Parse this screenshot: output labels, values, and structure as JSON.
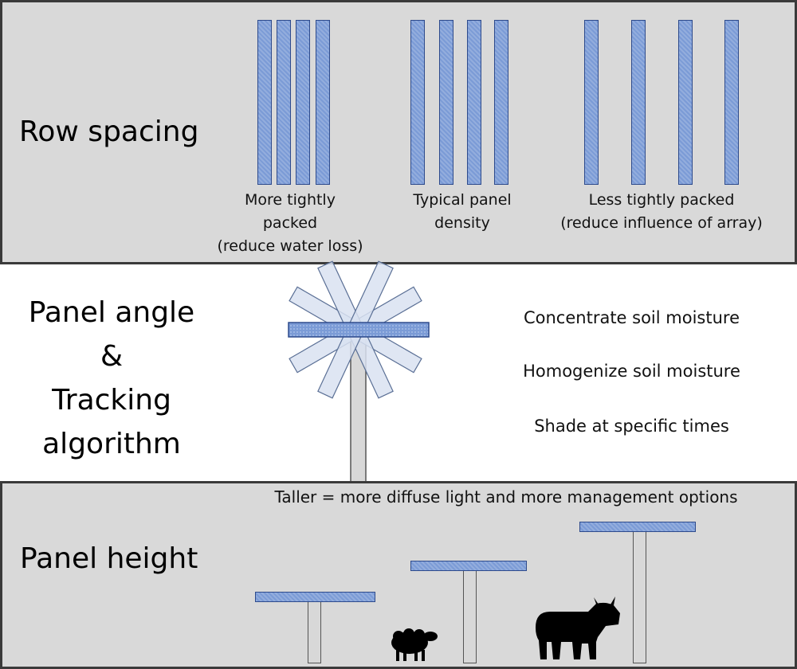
{
  "row_spacing": {
    "title": "Row spacing",
    "groups": [
      {
        "label_lines": [
          "More tightly",
          "packed",
          "(reduce water loss)"
        ]
      },
      {
        "label_lines": [
          "Typical panel",
          "density"
        ]
      },
      {
        "label_lines": [
          "Less tightly packed",
          "(reduce influence of array)"
        ]
      }
    ]
  },
  "panel_angle": {
    "title_lines": [
      "Panel angle",
      "&",
      "Tracking",
      "algorithm"
    ],
    "options": [
      "Concentrate soil moisture",
      "Homogenize soil moisture",
      "Shade at specific times"
    ]
  },
  "panel_height": {
    "title": "Panel height",
    "caption": "Taller = more diffuse light and more management options"
  },
  "colors": {
    "band_gray": "#d9d9d9",
    "panel_blue": "#7b9bd6",
    "panel_edge": "#2d4a8c",
    "rotated_panel": "#d9e2f1",
    "animal": "#000000"
  },
  "icons": [
    "sheep-icon",
    "cow-icon"
  ]
}
